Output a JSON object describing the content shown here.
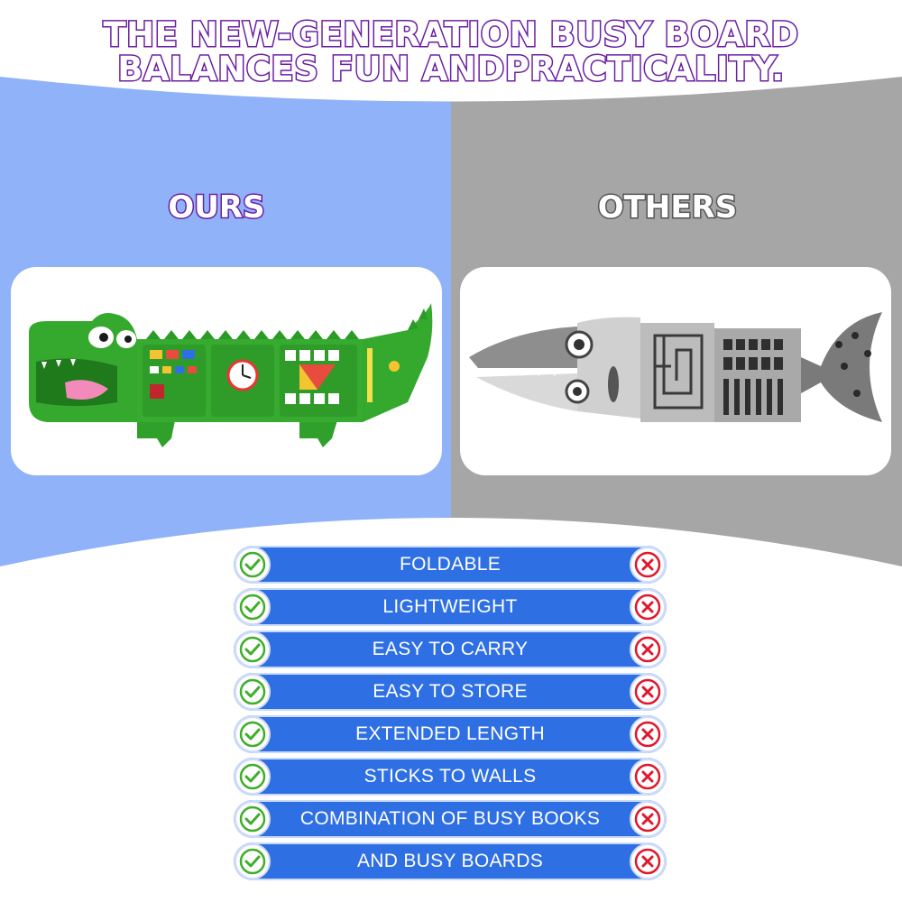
{
  "headline": {
    "line1": "THE NEW-GENERATION BUSY BOARD",
    "line2": "BALANCES FUN ANDPRACTICALITY."
  },
  "comparison": {
    "ours_label": "OURS",
    "others_label": "OTHERS"
  },
  "colors": {
    "ours_bg": "#8fb2f8",
    "others_bg": "#a6a6a6",
    "headline_stroke": "#6b1fa3",
    "row_fill": "#2f6fe4",
    "check": "#3fae2a",
    "cross": "#e0182d"
  },
  "images": {
    "ours": "green-crocodile-busy-board",
    "others": "grey-shark-busy-board"
  },
  "features": [
    {
      "label": "FOLDABLE",
      "ours": "check-icon",
      "others": "cross-icon"
    },
    {
      "label": "LIGHTWEIGHT",
      "ours": "check-icon",
      "others": "cross-icon"
    },
    {
      "label": "EASY TO CARRY",
      "ours": "check-icon",
      "others": "cross-icon"
    },
    {
      "label": "EASY TO STORE",
      "ours": "check-icon",
      "others": "cross-icon"
    },
    {
      "label": "EXTENDED LENGTH",
      "ours": "check-icon",
      "others": "cross-icon"
    },
    {
      "label": "STICKS TO WALLS",
      "ours": "check-icon",
      "others": "cross-icon"
    },
    {
      "label": "COMBINATION OF BUSY BOOKS",
      "ours": "check-icon",
      "others": "cross-icon"
    },
    {
      "label": "AND BUSY BOARDS",
      "ours": "check-icon",
      "others": "cross-icon"
    }
  ]
}
